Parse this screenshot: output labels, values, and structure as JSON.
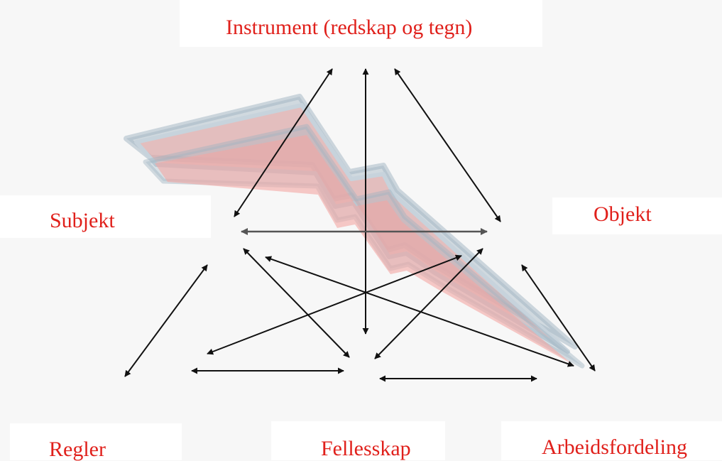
{
  "nodes": {
    "instrument": "Instrument (redskap og tegn)",
    "subjekt": "Subjekt",
    "objekt": "Objekt",
    "regler": "Regler",
    "fellesskap": "Fellesskap",
    "arbeidsfordeling": "Arbeidsfordeling"
  },
  "colors": {
    "label": "#e0201b",
    "background": "#f7f7f7",
    "arrow": "#111111",
    "arrow_gray": "#555555",
    "lightning_fill": "#f3a7a3",
    "lightning_edge": "#9fb4c2"
  },
  "icons": {
    "conflict": "lightning-bolt-icon"
  }
}
